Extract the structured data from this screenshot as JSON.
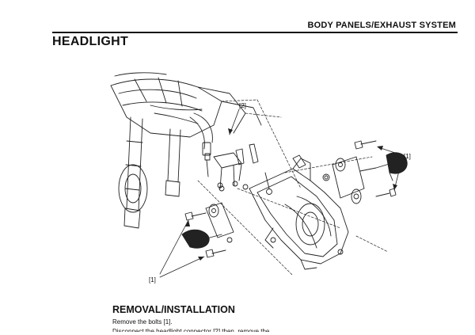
{
  "header": {
    "section": "BODY PANELS/EXHAUST SYSTEM",
    "title": "HEADLIGHT"
  },
  "figure": {
    "callouts": {
      "bolts": "[1]",
      "connector": "[2]",
      "bolts_lower": "[1]"
    }
  },
  "procedure": {
    "heading": "REMOVAL/INSTALLATION",
    "steps": [
      "Remove the bolts [1].",
      "Disconnect the headlight connector [2] then, remove the"
    ]
  }
}
